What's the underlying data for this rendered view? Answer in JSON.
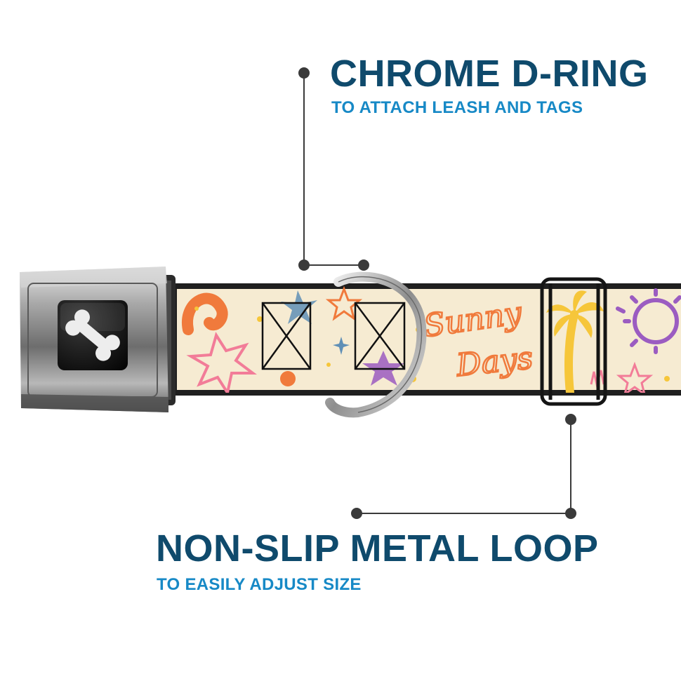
{
  "callouts": [
    {
      "title": "CHROME D-RING",
      "subtitle": "TO ATTACH LEASH AND TAGS"
    },
    {
      "title": "NON-SLIP METAL LOOP",
      "subtitle": "TO EASILY ADJUST SIZE"
    }
  ],
  "collar": {
    "pattern_text": "Sunny Days",
    "colors": {
      "webbing": "#f6ebd2",
      "edge": "#1f1f1f",
      "orange": "#f07a3c",
      "pink": "#f27c98",
      "yellow": "#f6c63a",
      "purple": "#9b5cc1",
      "blue": "#5f8fb6"
    }
  },
  "colors": {
    "headline": "#0f4a6c",
    "subline": "#1789c6",
    "leader": "#3a3a3a"
  },
  "icons": [
    "bone-icon",
    "d-ring-icon",
    "loop-icon",
    "palm-tree-icon",
    "sun-icon",
    "star-icon"
  ]
}
